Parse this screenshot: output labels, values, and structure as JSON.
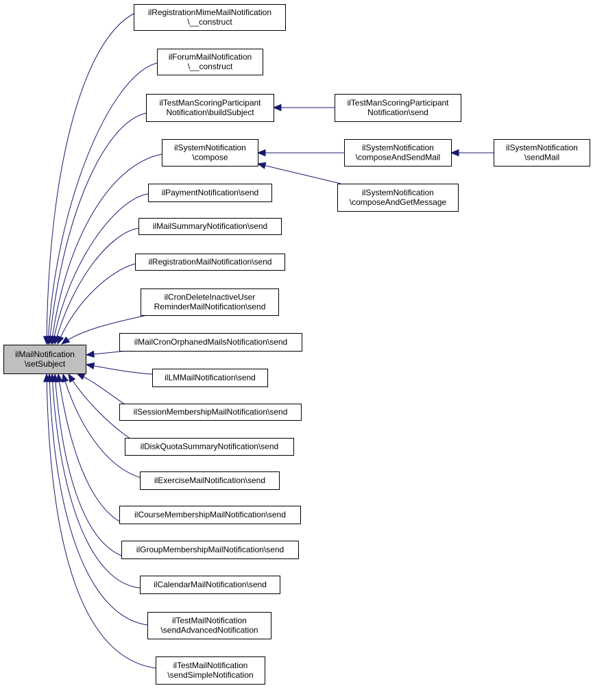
{
  "colors": {
    "edge": "#191970",
    "node_fill": "#ffffff",
    "root_fill": "#bfbfbf",
    "border": "#000000"
  },
  "nodes": [
    {
      "id": "root",
      "lines": [
        "ilMailNotification",
        "\\setSubject"
      ],
      "highlight": true
    },
    {
      "id": "regmime",
      "lines": [
        "ilRegistrationMimeMailNotification",
        "\\__construct"
      ]
    },
    {
      "id": "forum",
      "lines": [
        "ilForumMailNotification",
        "\\__construct"
      ]
    },
    {
      "id": "testman",
      "lines": [
        "ilTestManScoringParticipant",
        "Notification\\buildSubject"
      ]
    },
    {
      "id": "testman_send",
      "lines": [
        "ilTestManScoringParticipant",
        "Notification\\send"
      ]
    },
    {
      "id": "sys_compose",
      "lines": [
        "ilSystemNotification",
        "\\compose"
      ]
    },
    {
      "id": "sys_cas",
      "lines": [
        "ilSystemNotification",
        "\\composeAndSendMail"
      ]
    },
    {
      "id": "sys_sendmail",
      "lines": [
        "ilSystemNotification",
        "\\sendMail"
      ]
    },
    {
      "id": "sys_cag",
      "lines": [
        "ilSystemNotification",
        "\\composeAndGetMessage"
      ]
    },
    {
      "id": "payment",
      "lines": [
        "ilPaymentNotification\\send"
      ]
    },
    {
      "id": "summary",
      "lines": [
        "ilMailSummaryNotification\\send"
      ]
    },
    {
      "id": "regmail",
      "lines": [
        "ilRegistrationMailNotification\\send"
      ]
    },
    {
      "id": "crondel",
      "lines": [
        "ilCronDeleteInactiveUser",
        "ReminderMailNotification\\send"
      ]
    },
    {
      "id": "orphaned",
      "lines": [
        "ilMailCronOrphanedMailsNotification\\send"
      ]
    },
    {
      "id": "lm",
      "lines": [
        "ilLMMailNotification\\send"
      ]
    },
    {
      "id": "session",
      "lines": [
        "ilSessionMembershipMailNotification\\send"
      ]
    },
    {
      "id": "disk",
      "lines": [
        "ilDiskQuotaSummaryNotification\\send"
      ]
    },
    {
      "id": "exercise",
      "lines": [
        "ilExerciseMailNotification\\send"
      ]
    },
    {
      "id": "course",
      "lines": [
        "ilCourseMembershipMailNotification\\send"
      ]
    },
    {
      "id": "group",
      "lines": [
        "ilGroupMembershipMailNotification\\send"
      ]
    },
    {
      "id": "calendar",
      "lines": [
        "ilCalendarMailNotification\\send"
      ]
    },
    {
      "id": "testadv",
      "lines": [
        "ilTestMailNotification",
        "\\sendAdvancedNotification"
      ]
    },
    {
      "id": "testsimple",
      "lines": [
        "ilTestMailNotification",
        "\\sendSimpleNotification"
      ]
    }
  ],
  "edges": [
    {
      "from": "regmime",
      "to": "root"
    },
    {
      "from": "forum",
      "to": "root"
    },
    {
      "from": "testman",
      "to": "root"
    },
    {
      "from": "sys_compose",
      "to": "root"
    },
    {
      "from": "payment",
      "to": "root"
    },
    {
      "from": "summary",
      "to": "root"
    },
    {
      "from": "regmail",
      "to": "root"
    },
    {
      "from": "crondel",
      "to": "root"
    },
    {
      "from": "orphaned",
      "to": "root"
    },
    {
      "from": "lm",
      "to": "root"
    },
    {
      "from": "session",
      "to": "root"
    },
    {
      "from": "disk",
      "to": "root"
    },
    {
      "from": "exercise",
      "to": "root"
    },
    {
      "from": "course",
      "to": "root"
    },
    {
      "from": "group",
      "to": "root"
    },
    {
      "from": "calendar",
      "to": "root"
    },
    {
      "from": "testadv",
      "to": "root"
    },
    {
      "from": "testsimple",
      "to": "root"
    },
    {
      "from": "testman_send",
      "to": "testman"
    },
    {
      "from": "sys_cas",
      "to": "sys_compose"
    },
    {
      "from": "sys_cag",
      "to": "sys_compose"
    },
    {
      "from": "sys_sendmail",
      "to": "sys_cas"
    }
  ]
}
